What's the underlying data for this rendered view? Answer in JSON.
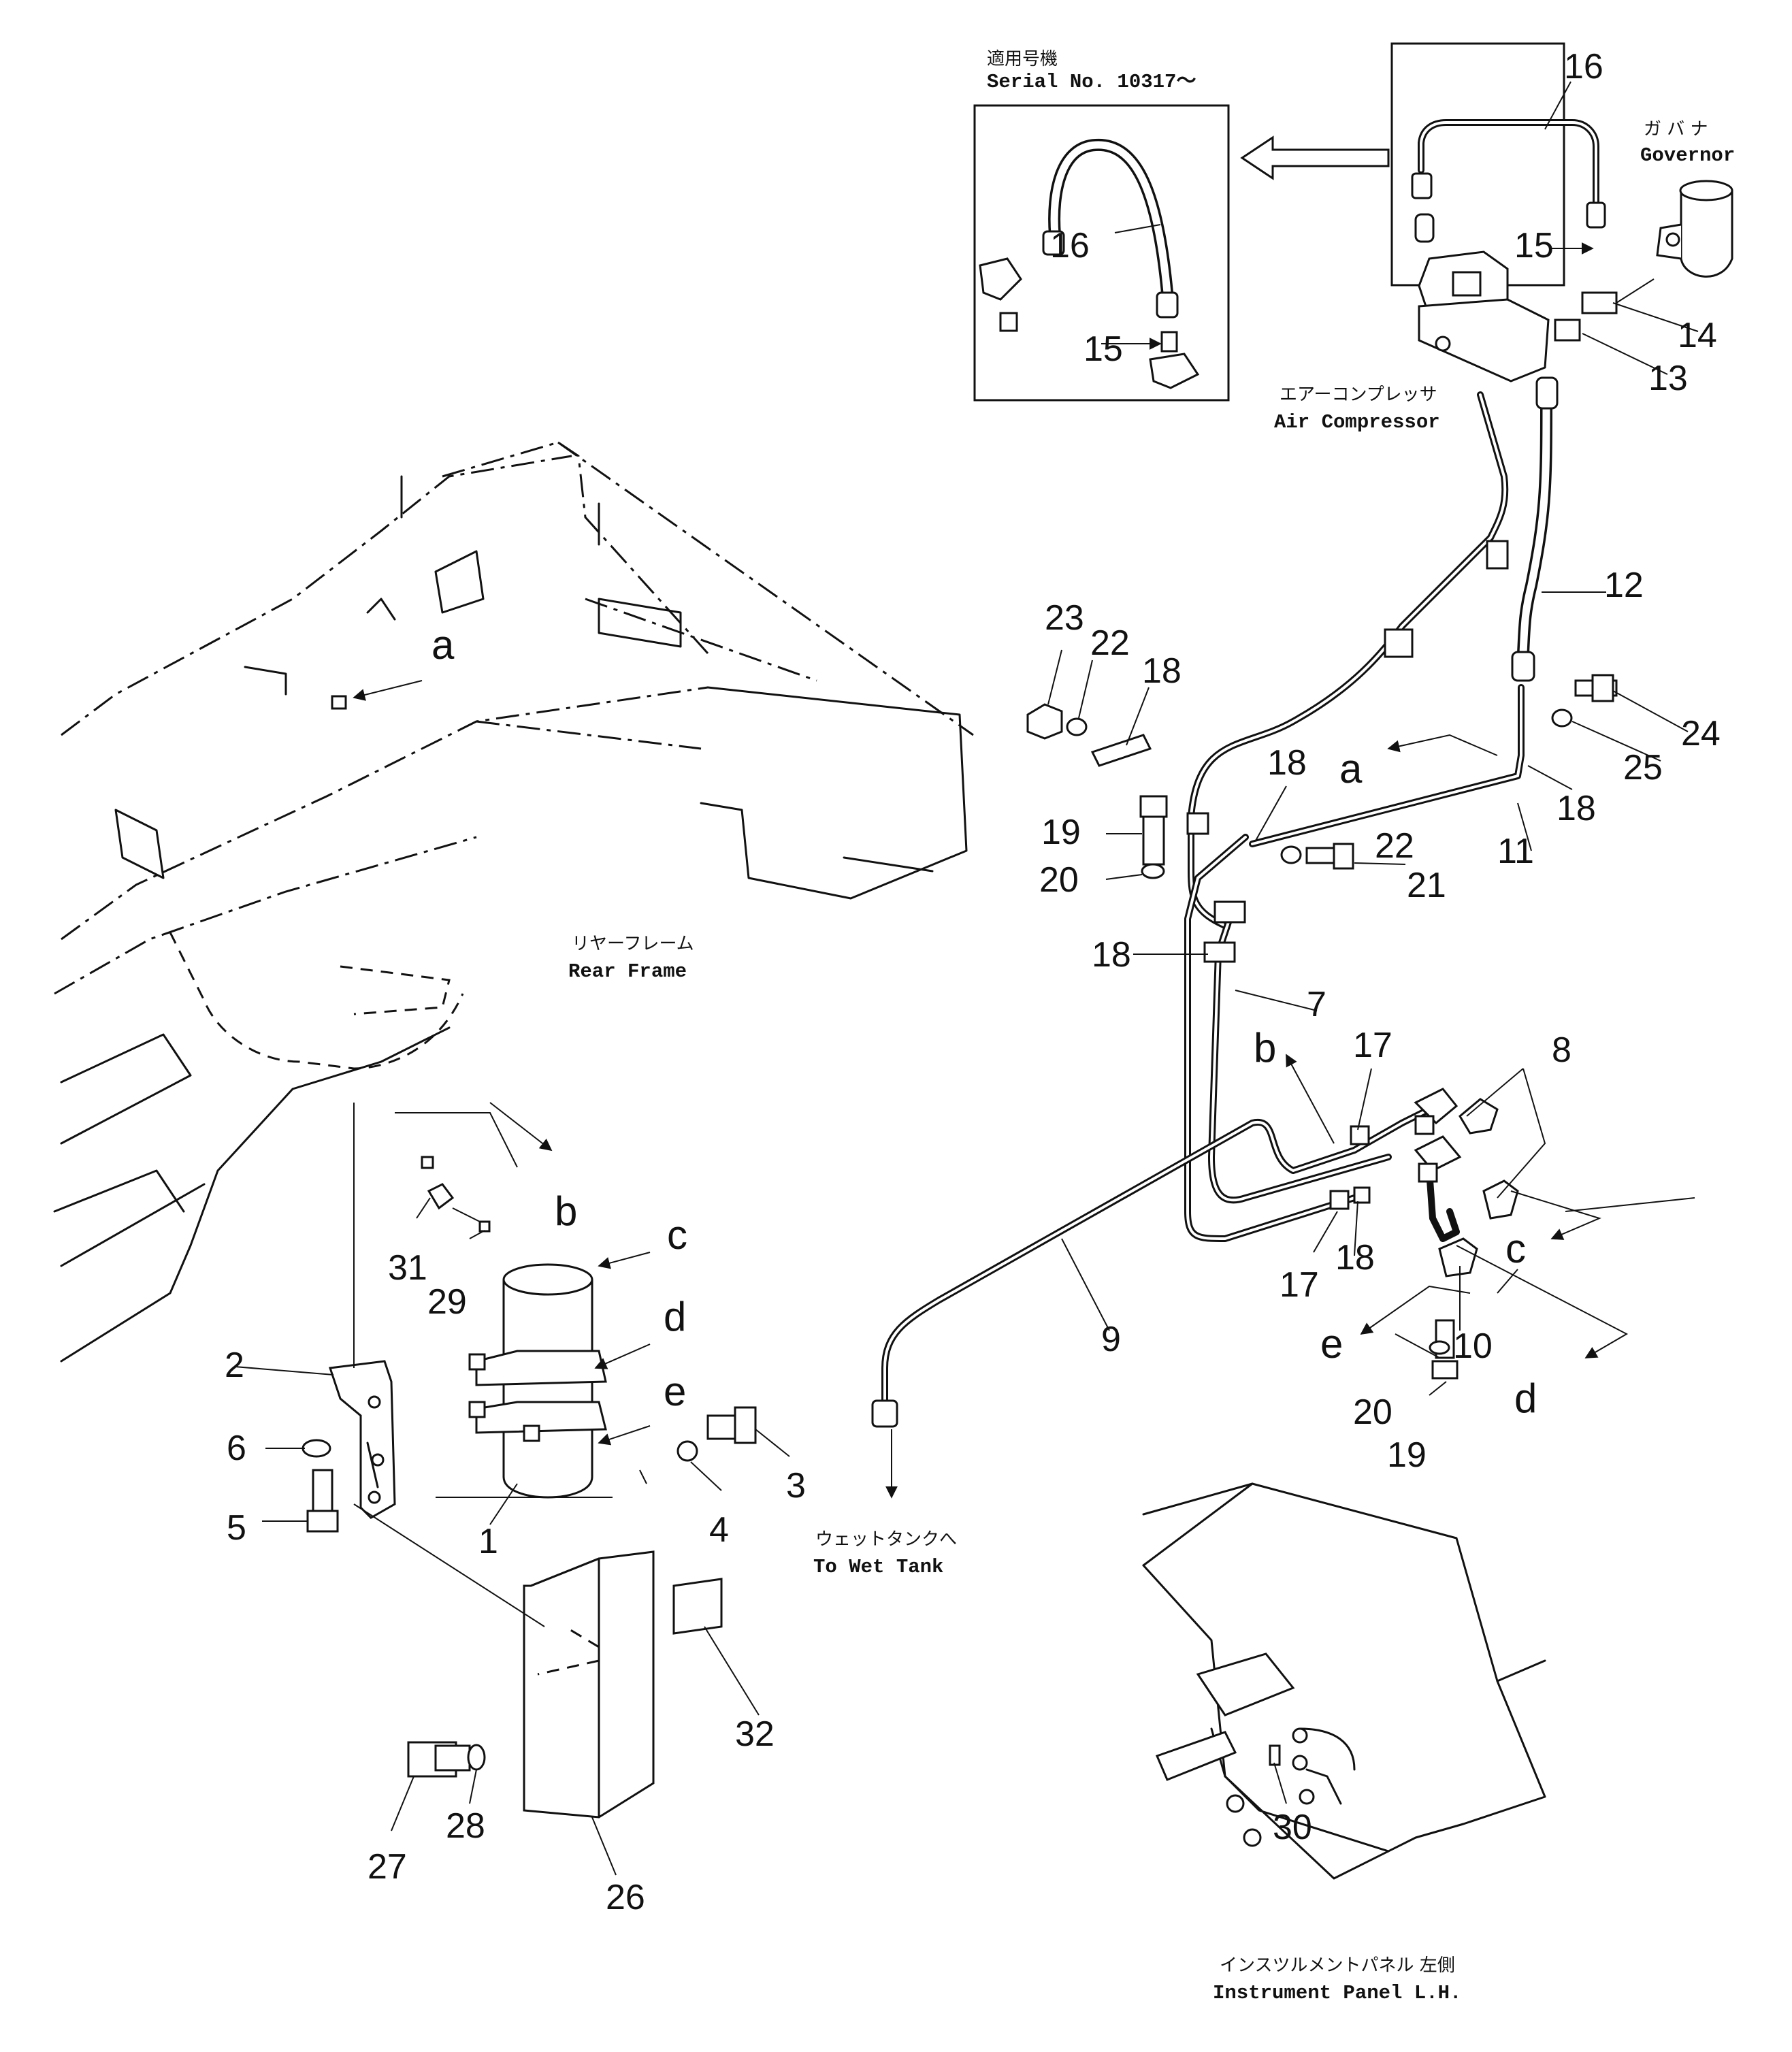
{
  "inset": {
    "title_jp": "適用号機",
    "title_en": "Serial  No. 10317～"
  },
  "callouts": {
    "governor": {
      "jp": "ガ バ ナ",
      "en": "Governor"
    },
    "air_compressor": {
      "jp": "エアーコンプレッサ",
      "en": "Air  Compressor"
    },
    "rear_frame": {
      "jp": "リヤーフレーム",
      "en": "Rear  Frame"
    },
    "wet_tank": {
      "jp": "ウェットタンクへ",
      "en": "To  Wet  Tank"
    },
    "instrument_panel": {
      "jp": "インスツルメントパネル  左側",
      "en": "Instrument  Panel  L.H."
    }
  },
  "reference_letters": [
    "a",
    "b",
    "c",
    "d",
    "e"
  ],
  "part_numbers": [
    "1",
    "2",
    "3",
    "4",
    "5",
    "6",
    "7",
    "8",
    "9",
    "10",
    "11",
    "12",
    "13",
    "14",
    "15",
    "16",
    "17",
    "18",
    "19",
    "20",
    "21",
    "22",
    "23",
    "24",
    "25",
    "26",
    "27",
    "28",
    "29",
    "30",
    "31",
    "32"
  ]
}
